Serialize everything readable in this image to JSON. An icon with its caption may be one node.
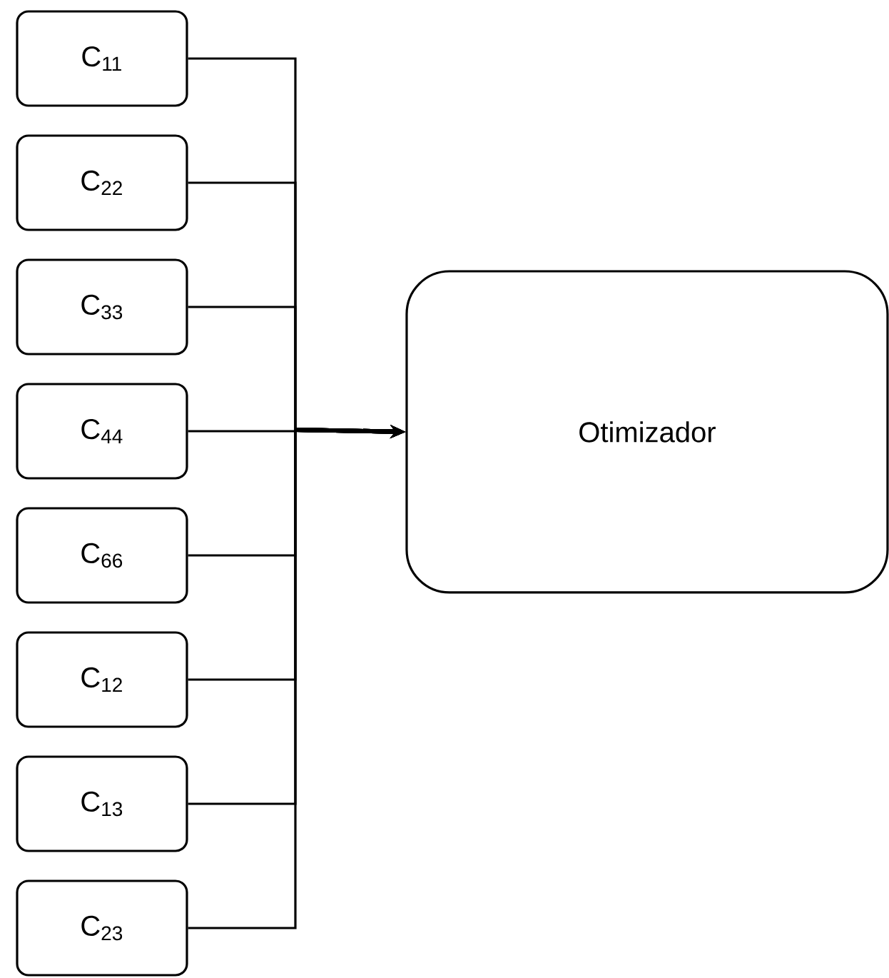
{
  "diagram": {
    "nodes": [
      {
        "text": [
          "C$_{11}$"
        ]
      },
      {
        "text": [
          "C$_{22}$"
        ]
      },
      {
        "text": [
          "C$_{33}$"
        ]
      },
      {
        "text": [
          "C$_{44}$"
        ]
      },
      {
        "text": [
          "C$_{66}$"
        ]
      },
      {
        "text": [
          "C$_{12}$"
        ]
      },
      {
        "text": [
          "C$_{13}$"
        ]
      },
      {
        "text": [
          "C$_{23}$"
        ]
      },
      {
        "text": [
          "Otimizador"
        ]
      }
    ],
    "edges": [
      {
        "from": 0,
        "to": 8,
        "arrow": "to"
      },
      {
        "from": 1,
        "to": 8,
        "arrow": "to"
      },
      {
        "from": 2,
        "to": 8,
        "arrow": "to"
      },
      {
        "from": 3,
        "to": 8,
        "arrow": "to"
      },
      {
        "from": 4,
        "to": 8,
        "arrow": "to"
      },
      {
        "from": 5,
        "to": 8,
        "arrow": "to"
      },
      {
        "from": 6,
        "to": 8,
        "arrow": "to"
      },
      {
        "from": 7,
        "to": 8,
        "arrow": "to"
      }
    ]
  }
}
